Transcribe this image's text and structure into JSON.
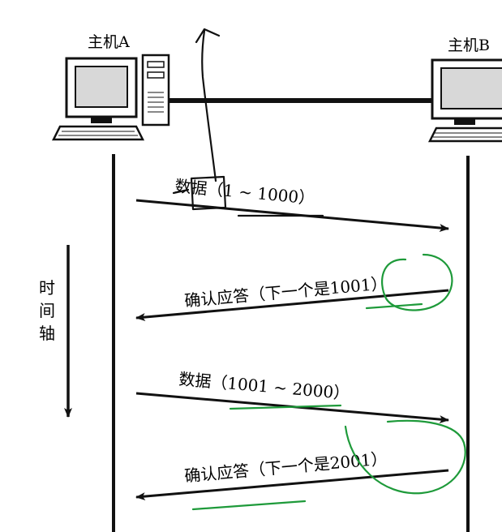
{
  "hosts": {
    "a_label": "主机A",
    "b_label": "主机B"
  },
  "time_axis": {
    "label_chars": [
      "时",
      "间",
      "轴"
    ]
  },
  "messages": [
    {
      "label": "数据（1 ~ 1000）",
      "direction": "A-to-B"
    },
    {
      "label": "确认应答（下一个是1001）",
      "direction": "B-to-A"
    },
    {
      "label": "数据（1001 ~ 2000）",
      "direction": "A-to-B"
    },
    {
      "label": "确认应答（下一个是2001）",
      "direction": "B-to-A"
    }
  ],
  "annotations": {
    "ink_black": "#111111",
    "ink_green": "#1e9a3a"
  }
}
